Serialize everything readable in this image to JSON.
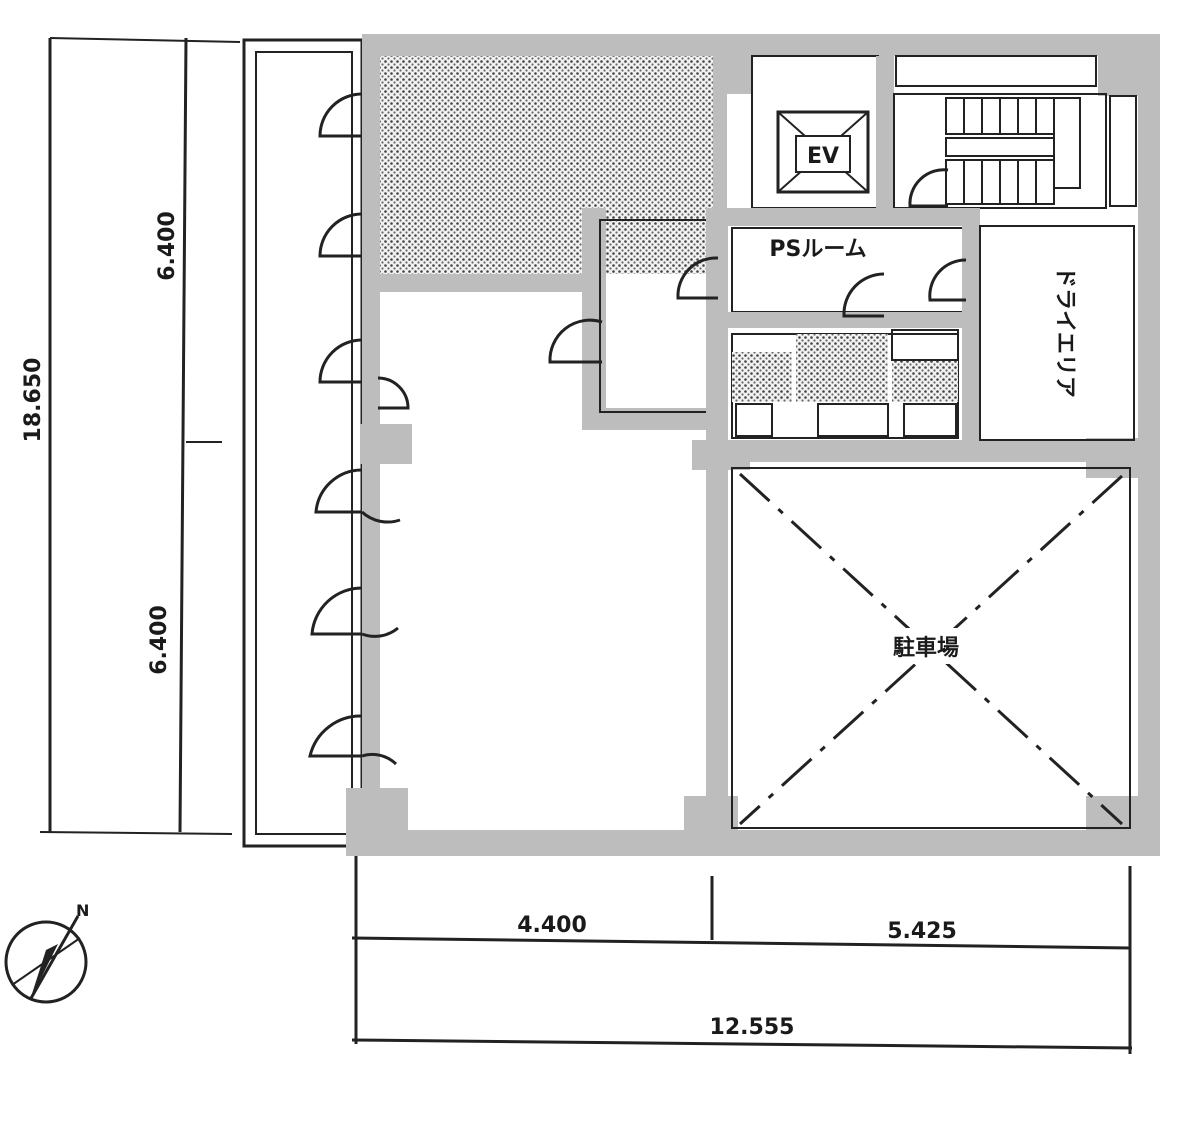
{
  "dimensions": {
    "total_height": "18.650",
    "upper_height": "6.400",
    "lower_height": "6.400",
    "left_width": "4.400",
    "right_width": "5.425",
    "total_width": "12.555"
  },
  "rooms": {
    "elevator": "EV",
    "ps_room": "PSルーム",
    "dry_area": "ドライエリア",
    "parking": "駐車場"
  },
  "compass": {
    "north_label": "N"
  },
  "colors": {
    "wall": "#bdbdbd",
    "line": "#222222",
    "hatch": "#555555"
  }
}
